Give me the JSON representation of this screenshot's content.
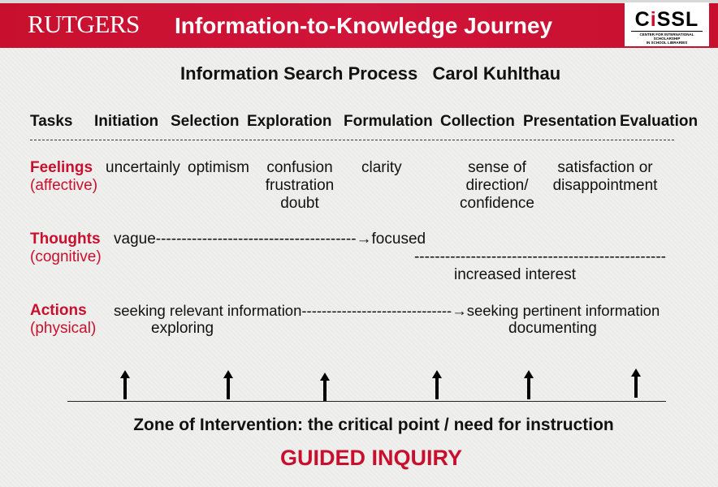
{
  "header": {
    "logo_left": "RUTGERS",
    "title": "Information-to-Knowledge Journey",
    "logo_right": {
      "text": "CISSL",
      "subtitle": "CENTER FOR INTERNATIONAL SCHOLARSHIP IN SCHOOL LIBRARIES"
    }
  },
  "subtitle": "Information Search Process   Carol Kuhlthau",
  "tasks": [
    "Tasks",
    "Initiation",
    "Selection",
    "Exploration",
    "Formulation",
    "Collection",
    "Presentation",
    "Evaluation"
  ],
  "feelings": {
    "label": "Feelings",
    "sub": "(affective)",
    "items": [
      "uncertainly",
      "optimism",
      "confusion\nfrustration\ndoubt",
      "clarity",
      "sense of\ndirection/\nconfidence",
      "satisfaction or\ndisappointment"
    ]
  },
  "thoughts": {
    "label": "Thoughts",
    "sub": "(cognitive)",
    "line1": "vague---------------------------------------→focused",
    "line2": "--------------------------------------------------→",
    "line3": "increased interest"
  },
  "actions": {
    "label": "Actions",
    "sub": "(physical)",
    "line1": "seeking relevant information------------------------------→seeking pertinent information",
    "left": "exploring",
    "right": "documenting"
  },
  "zone": "Zone of Intervention: the critical point / need for instruction",
  "guided": "GUIDED INQUIRY",
  "colors": {
    "accent": "#c8102e"
  }
}
